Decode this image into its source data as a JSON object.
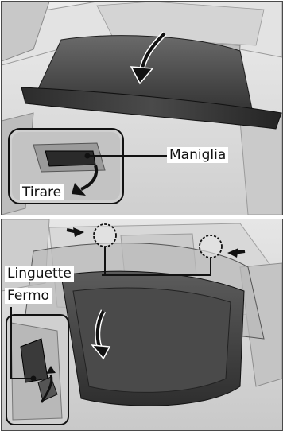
{
  "labels": {
    "handle": "Maniglia",
    "pull": "Tirare",
    "tabs": "Linguette",
    "stopper": "Fermo"
  }
}
